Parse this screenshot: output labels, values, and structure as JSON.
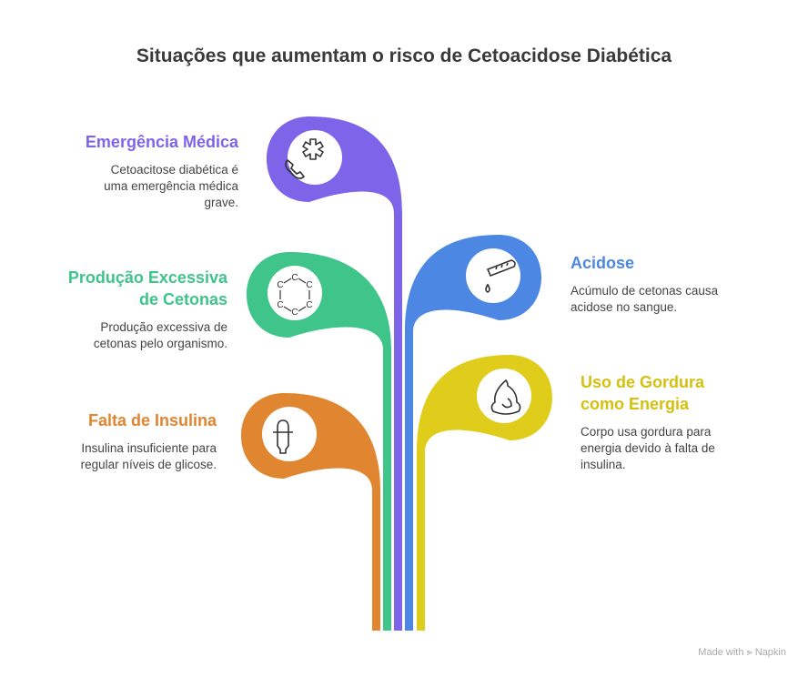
{
  "title": "Situações que aumentam o risco de Cetoacidose Diabética",
  "items": [
    {
      "key": "emergencia",
      "title": "Emergência Médica",
      "description": "Cetoacitose diabética é uma emergência médica grave.",
      "color": "#7d64e8",
      "icon": "phone-medical-icon"
    },
    {
      "key": "acidose",
      "title": "Acidose",
      "description": "Acúmulo de cetonas causa acidose no sangue.",
      "color": "#4b87e3",
      "icon": "test-tube-drop-icon"
    },
    {
      "key": "cetonas",
      "title": "Produção Excessiva de Cetonas",
      "description": "Produção excessiva de cetonas pelo organismo.",
      "color": "#3fc48a",
      "icon": "carbon-ring-icon"
    },
    {
      "key": "gordura",
      "title": "Uso de Gordura como Energia",
      "description": "Corpo usa gordura para energia devido à falta de insulina.",
      "color": "#e0cc1a",
      "icon": "flame-icon"
    },
    {
      "key": "insulina",
      "title": "Falta de Insulina",
      "description": "Insulina insuficiente para regular níveis de glicose.",
      "color": "#e08530",
      "icon": "insulin-pen-icon"
    }
  ],
  "footer": "Made with ⪢ Napkin"
}
